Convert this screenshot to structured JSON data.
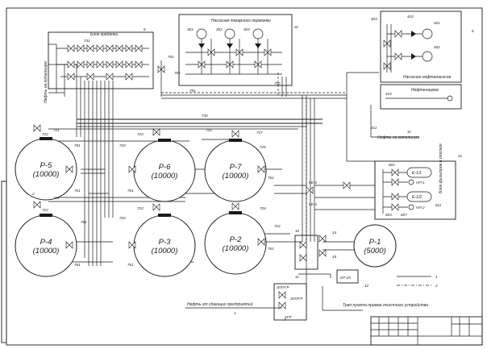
{
  "sheet": {
    "number": ""
  },
  "tanks": [
    {
      "id": "tank-p5",
      "name": "Р-5",
      "capacity": "(10000)"
    },
    {
      "id": "tank-p6",
      "name": "Р-6",
      "capacity": "(10000)"
    },
    {
      "id": "tank-p7",
      "name": "Р-7",
      "capacity": "(10000)"
    },
    {
      "id": "tank-p4",
      "name": "Р-4",
      "capacity": "(10000)"
    },
    {
      "id": "tank-p3",
      "name": "Р-3",
      "capacity": "(10000)"
    },
    {
      "id": "tank-p2",
      "name": "Р-2",
      "capacity": "(10000)"
    },
    {
      "id": "tank-p1",
      "name": "Р-1",
      "capacity": "(5000)"
    }
  ],
  "blocks": {
    "fire_pumps": "Насосная пожарного перекачки",
    "manifold": "Блок гребенки",
    "oil_pumps": "Насосная нефтенасосов",
    "oil_heater": "Нефтенагрев",
    "treatment": "Блок фильтров и отстоя"
  },
  "equipment": {
    "filter1": "Е-1/1",
    "filter2": "Е-1/2",
    "er25": "ЕР-25",
    "ugr1": "ЗЛ/УГР",
    "ugr2": "ЗЛ/УГР",
    "ugr3": "УГР"
  },
  "notes": {
    "oil_supply": "Нефть от сдающих предприятий",
    "oil_boiler": "Нефть на котельную",
    "drain": "Трап пункта приема очистного устройства",
    "left_side": "Нефть на котельную"
  },
  "legend": [
    {
      "label": "1"
    },
    {
      "label": "2"
    }
  ],
  "tags": {
    "t720": "720",
    "t721": "721",
    "t722": "722",
    "t723": "723",
    "t724": "724",
    "t725": "725",
    "t726": "726",
    "t727": "727",
    "t781": "781",
    "t761": "761",
    "t701": "701",
    "t702": "702",
    "t730": "730",
    "t731": "731",
    "t751": "751",
    "t752": "752",
    "t603": "603",
    "t601": "601",
    "t611": "611",
    "t607": "607",
    "t401": "401",
    "t402": "402",
    "t403": "403",
    "t410": "410",
    "t415": "415",
    "t411": "411",
    "t41": "41",
    "t31": "31",
    "t301": "301",
    "t302": "302",
    "t303": "303",
    "t12": "12",
    "t11": "11",
    "t10": "10",
    "t14": "14",
    "t15": "15",
    "t6": "6",
    "t8": "8",
    "t7": "7",
    "t1": "1",
    "t2": "2",
    "ke3": "КЕ-3",
    "ke4": "КЕ-4",
    "np1": "НП-1",
    "np2": "НП-2"
  }
}
